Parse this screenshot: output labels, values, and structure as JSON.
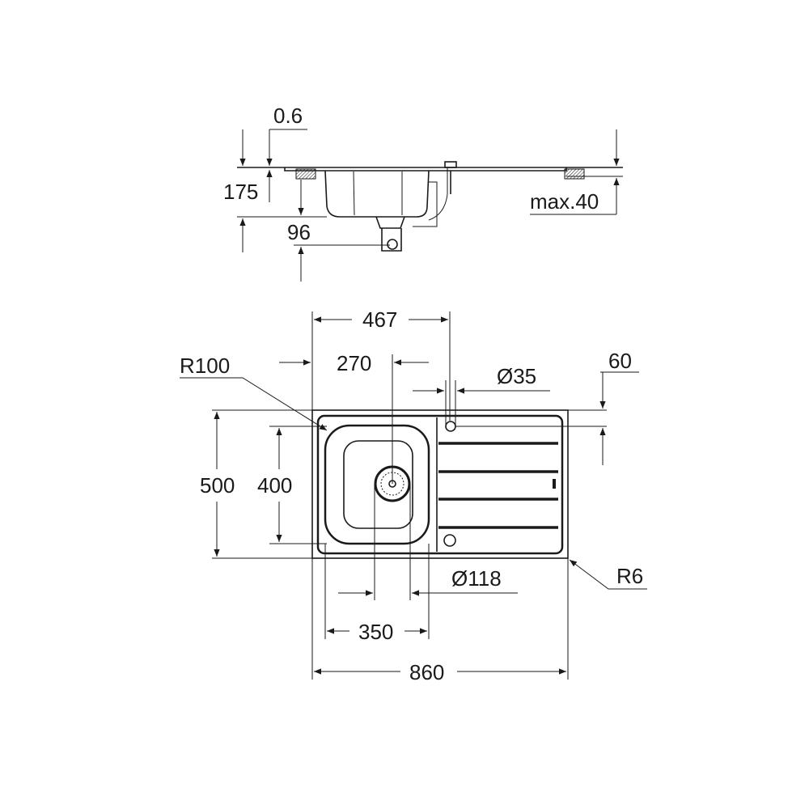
{
  "title": "Sink dimension drawing",
  "side_view": {
    "thickness": "0.6",
    "depth": "175",
    "drain_height": "96",
    "max_counter": "max.40"
  },
  "top_view": {
    "depth_to_drain": "467",
    "drain_offset": "270",
    "corner_radius_bowl": "R100",
    "tap_hole": "Ø35",
    "tap_offset": "60",
    "total_depth": "500",
    "bowl_depth": "400",
    "drain_diameter": "Ø118",
    "corner_radius": "R6",
    "bowl_width": "350",
    "total_width": "860"
  },
  "colors": {
    "line": "#1a1a1a",
    "background": "#ffffff"
  }
}
